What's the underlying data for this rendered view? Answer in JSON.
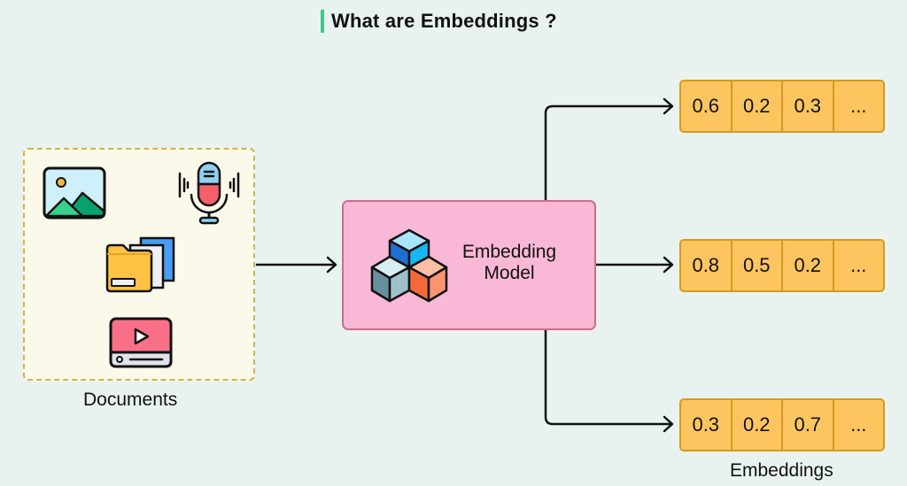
{
  "title": "What are Embeddings ?",
  "colors": {
    "background": "#e8f3f0",
    "title_accent": "#3cc98a",
    "documents_fill": "#fbf9ea",
    "documents_border": "#d4b24a",
    "model_fill": "#f9b8d5",
    "model_border": "#d16a8e",
    "vector_fill": "#fcc55f",
    "vector_border": "#d49a20"
  },
  "documents": {
    "label": "Documents",
    "icons": [
      "image-icon",
      "microphone-icon",
      "folder-files-icon",
      "video-player-icon"
    ]
  },
  "model": {
    "label_line1": "Embedding",
    "label_line2": "Model",
    "icon": "cubes-icon"
  },
  "embeddings": {
    "label": "Embeddings",
    "vectors": [
      [
        "0.6",
        "0.2",
        "0.3",
        "..."
      ],
      [
        "0.8",
        "0.5",
        "0.2",
        "..."
      ],
      [
        "0.3",
        "0.2",
        "0.7",
        "..."
      ]
    ]
  }
}
